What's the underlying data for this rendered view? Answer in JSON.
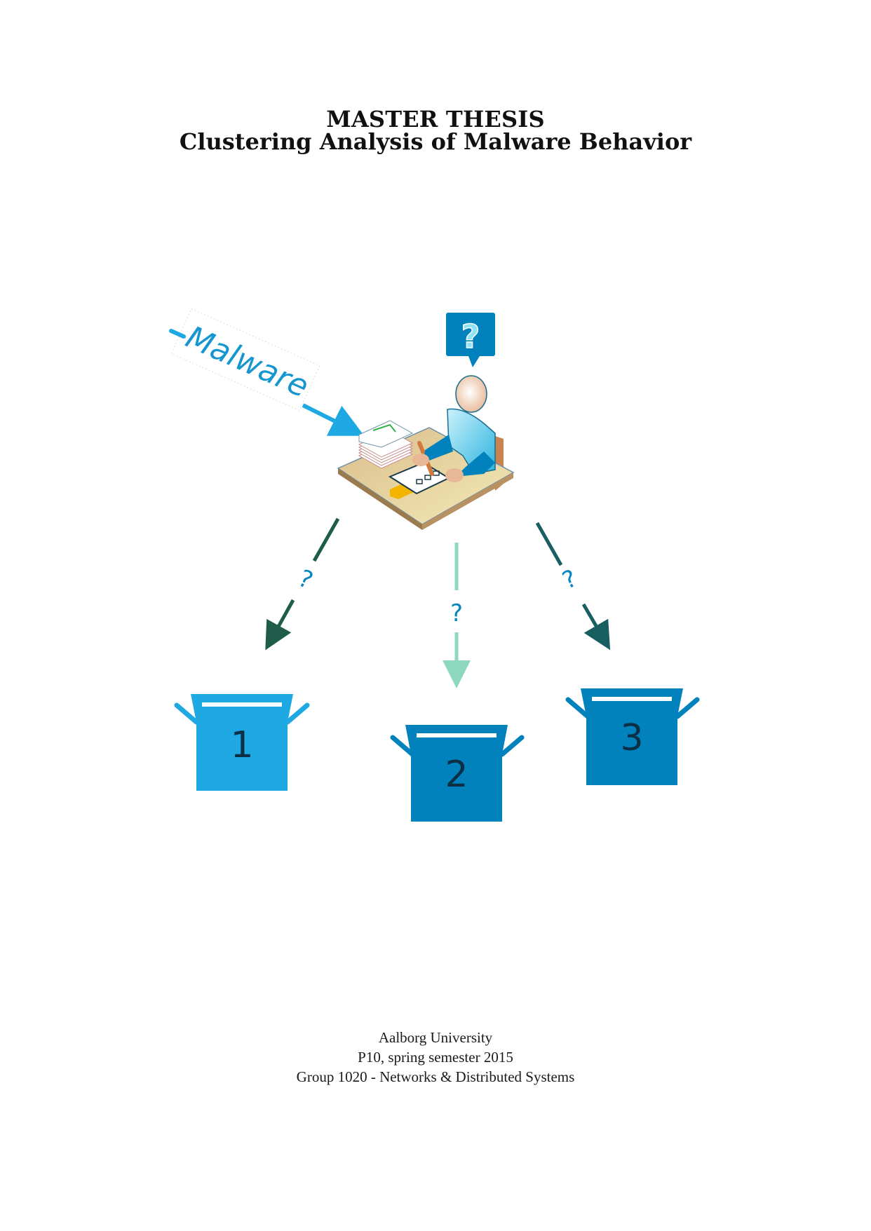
{
  "title": {
    "line1": "MASTER THESIS",
    "line2": "Clustering Analysis of Malware Behavior"
  },
  "illustration": {
    "input_label": "Malware",
    "speech_bubble_symbol": "?",
    "arrow_labels": [
      "?",
      "?",
      "?"
    ],
    "bins": [
      {
        "number": "1",
        "color": "#1fa9e2"
      },
      {
        "number": "2",
        "color": "#0282bd"
      },
      {
        "number": "3",
        "color": "#0282bd"
      }
    ],
    "colors": {
      "arrow_left": "#1f5c4a",
      "arrow_middle": "#8fd8c0",
      "arrow_right": "#195f62",
      "malware_arrow": "#1fa9e2"
    },
    "icons": [
      "person-at-desk-icon",
      "speech-bubble-icon",
      "bin-icon"
    ]
  },
  "footer": {
    "university": "Aalborg University",
    "semester": "P10, spring semester 2015",
    "group": "Group 1020 - Networks & Distributed Systems"
  }
}
